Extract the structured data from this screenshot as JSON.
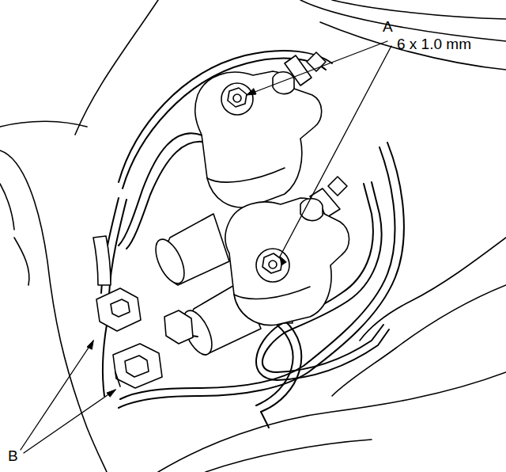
{
  "diagram": {
    "labels": [
      "A",
      "6 x 1.0 mm",
      "B"
    ]
  }
}
